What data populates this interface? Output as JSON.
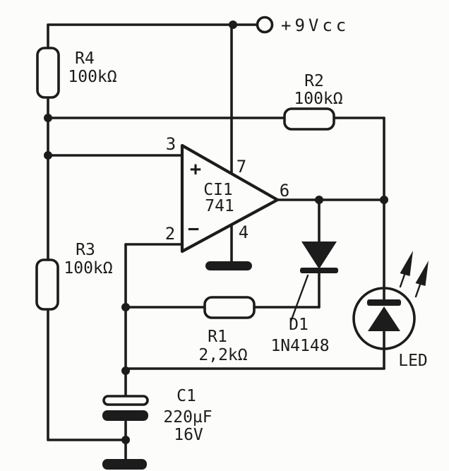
{
  "schematic": {
    "power_label": "+9Vcc",
    "opamp": {
      "ref": "CI1",
      "part": "741",
      "plus_sign": "+",
      "minus_sign": "−",
      "pins": {
        "noninverting": "3",
        "inverting": "2",
        "vcc": "7",
        "gnd": "4",
        "output": "6"
      }
    },
    "resistors": {
      "r4": {
        "ref": "R4",
        "value": "100kΩ"
      },
      "r2": {
        "ref": "R2",
        "value": "100kΩ"
      },
      "r3": {
        "ref": "R3",
        "value": "100kΩ"
      },
      "r1": {
        "ref": "R1",
        "value": "2,2kΩ"
      }
    },
    "diode": {
      "ref": "D1",
      "part": "1N4148"
    },
    "led": {
      "label": "LED"
    },
    "capacitor": {
      "ref": "C1",
      "value": "220µF",
      "voltage": "16V"
    }
  },
  "colors": {
    "ink": "#1c1c1c",
    "background": "#fcfcfa"
  }
}
